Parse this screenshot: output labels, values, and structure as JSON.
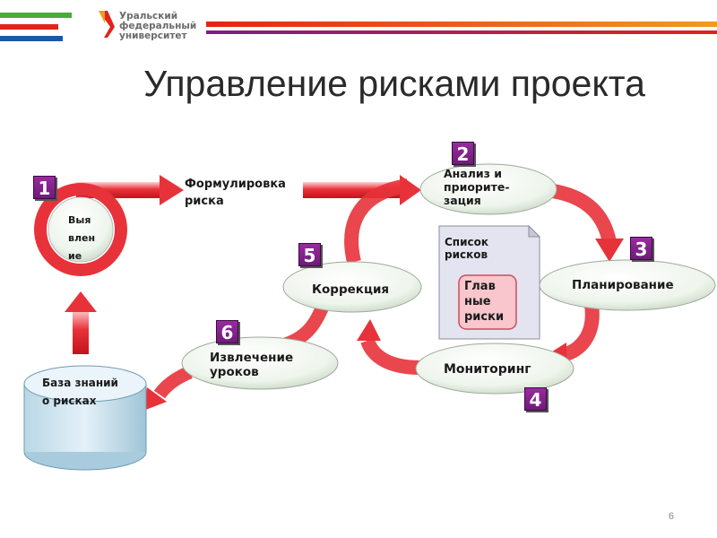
{
  "logo": {
    "line1": "Уральский",
    "line2": "федеральный",
    "line3": "университет"
  },
  "title": "Управление рисками проекта",
  "steps": {
    "identify": {
      "number": "1",
      "l1": "Выя",
      "l2": "влен",
      "l3": "ие"
    },
    "formulate": {
      "l1": "Формулировка",
      "l2": "риска"
    },
    "analysis": {
      "number": "2",
      "l1": "Анализ и",
      "l2": "приорите-",
      "l3": "зация"
    },
    "planning": {
      "number": "3",
      "label": "Планирование"
    },
    "monitoring": {
      "number": "4",
      "label": "Мониторинг"
    },
    "correction": {
      "number": "5",
      "label": "Коррекция"
    },
    "lessons": {
      "number": "6",
      "l1": "Извлечение",
      "l2": "уроков"
    }
  },
  "risk_list": {
    "l1": "Список",
    "l2": "рисков"
  },
  "main_risks": {
    "l1": "Глав",
    "l2": "ные",
    "l3": "риски"
  },
  "knowledge_base": {
    "l1": "База знаний",
    "l2": "о рисках"
  },
  "page_number": "6",
  "colors": {
    "arrow": "#e8323a",
    "accent_purple": "#7a1f86",
    "stripe_red": "#e2231a",
    "stripe_green": "#4aaa3c",
    "stripe_blue": "#1c58a8"
  }
}
